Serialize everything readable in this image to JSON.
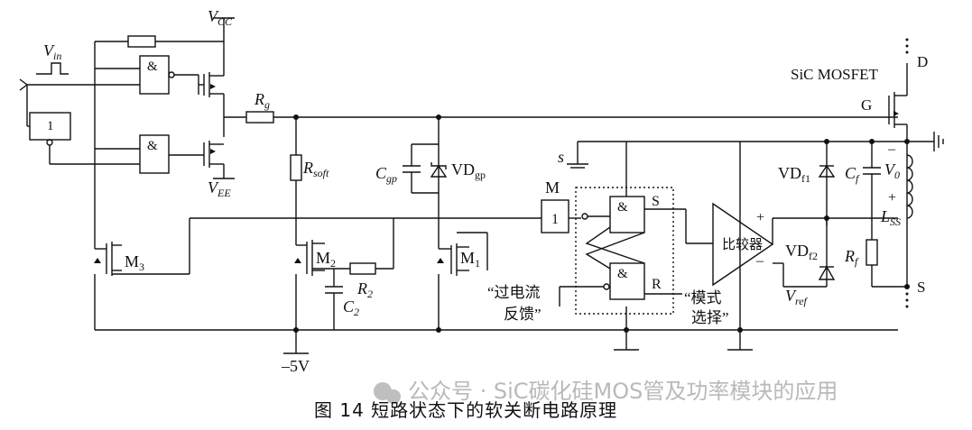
{
  "labels": {
    "vcc": "V",
    "vcc_sub": "CC",
    "vee": "V",
    "vee_sub": "EE",
    "vin": "V",
    "vin_sub": "in",
    "rg": "R",
    "rg_sub": "g",
    "rsoft": "R",
    "rsoft_sub": "soft",
    "cgp": "C",
    "cgp_sub": "gp",
    "vdgp": "VD",
    "vdgp_sub": "gp",
    "m3": "M",
    "m3_sub": "3",
    "m2": "M",
    "m2_sub": "2",
    "m1": "M",
    "m1_sub": "1",
    "r2": "R",
    "r2_sub": "2",
    "c2": "C",
    "c2_sub": "2",
    "neg5v": "–5V",
    "s_small": "s",
    "m": "M",
    "one": "1",
    "and_gate": "&",
    "sr_s": "S",
    "sr_r": "R",
    "comparator": "比较器",
    "plus": "+",
    "minus": "–",
    "vdf1": "VD",
    "vdf1_sub": "f1",
    "vdf2": "VD",
    "vdf2_sub": "f2",
    "cf": "C",
    "cf_sub": "f",
    "v0": "V",
    "v0_sub": "0",
    "lss": "L",
    "lss_sub": "SS",
    "rf": "R",
    "rf_sub": "f",
    "vref": "V",
    "vref_sub": "ref",
    "sic_mosfet": "SiC MOSFET",
    "d": "D",
    "g": "G",
    "s_term": "S",
    "overcurrent_line1": "“过电流",
    "overcurrent_line2": "反馈”",
    "mode_line1": "“模式",
    "mode_line2": "选择”"
  },
  "caption": "图 14    短路状态下的软关断电路原理",
  "watermark": "公众号 · SiC碳化硅MOS管及功率模块的应用"
}
